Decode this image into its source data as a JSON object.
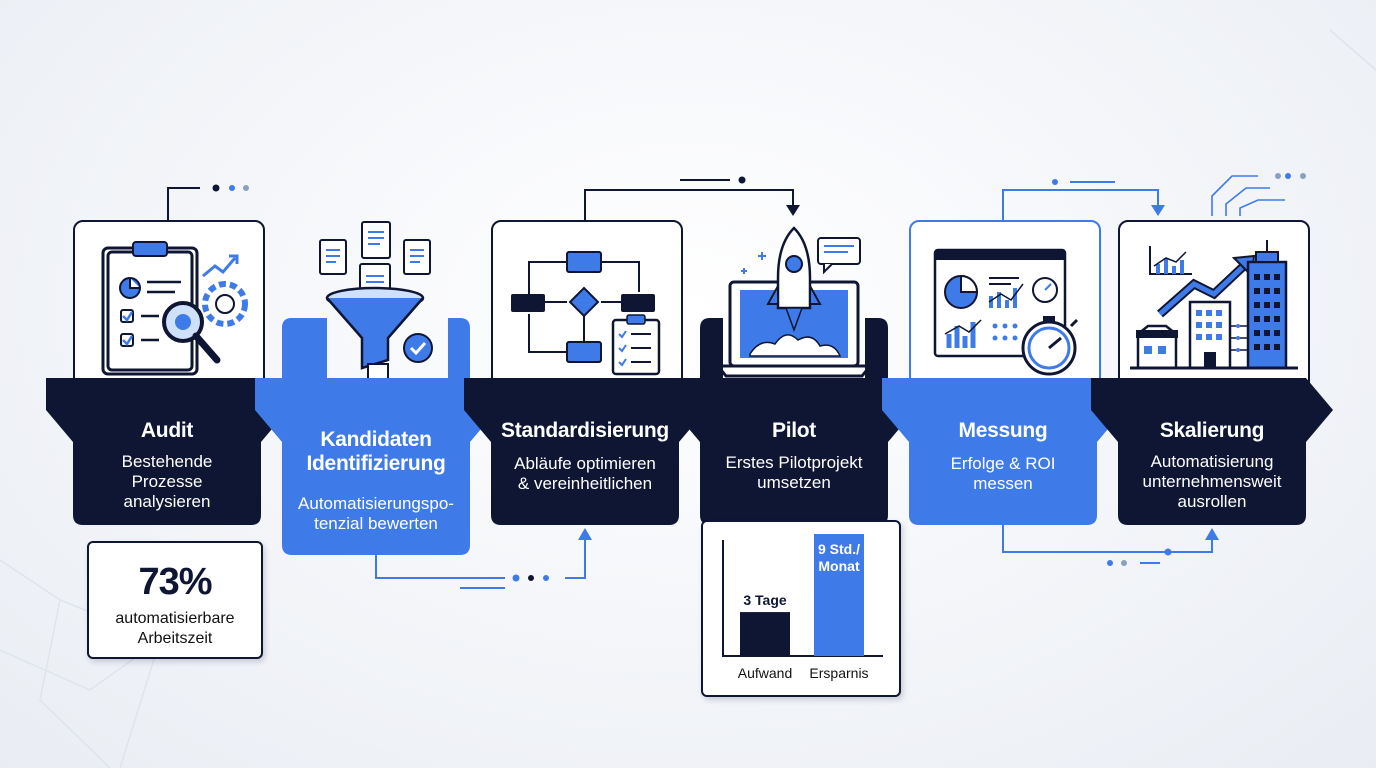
{
  "colors": {
    "navy": "#0f1633",
    "blue": "#3f7be8",
    "white": "#ffffff"
  },
  "steps": [
    {
      "title": [
        "Audit"
      ],
      "desc": [
        "Bestehende",
        "Prozesse",
        "analysieren"
      ],
      "icon": "clipboard-audit-icon",
      "theme": "dark"
    },
    {
      "title": [
        "Kandidaten",
        "Identifizierung"
      ],
      "desc": [
        "Automatisierungspo-",
        "tenzial bewerten"
      ],
      "icon": "funnel-documents-icon",
      "theme": "blue"
    },
    {
      "title": [
        "Standardisierung"
      ],
      "desc": [
        "Abläufe optimieren",
        "& vereinheitlichen"
      ],
      "icon": "flowchart-icon",
      "theme": "dark"
    },
    {
      "title": [
        "Pilot"
      ],
      "desc": [
        "Erstes Pilotprojekt",
        "umsetzen"
      ],
      "icon": "rocket-laptop-icon",
      "theme": "dark"
    },
    {
      "title": [
        "Messung"
      ],
      "desc": [
        "Erfolge & ROI",
        "messen"
      ],
      "icon": "dashboard-stopwatch-icon",
      "theme": "blue"
    },
    {
      "title": [
        "Skalierung"
      ],
      "desc": [
        "Automatisierung",
        "unternehmensweit",
        "ausrollen"
      ],
      "icon": "city-growth-icon",
      "theme": "dark"
    }
  ],
  "stat": {
    "value": "73%",
    "label": [
      "automatisierbare",
      "Arbeitszeit"
    ]
  },
  "chart_data": {
    "type": "bar",
    "categories": [
      "Aufwand",
      "Ersparnis"
    ],
    "value_labels": [
      "3 Tage",
      "9 Std./ Monat"
    ],
    "relative_heights": [
      0.36,
      1.0
    ],
    "colors": [
      "#0f1633",
      "#3f7be8"
    ]
  }
}
